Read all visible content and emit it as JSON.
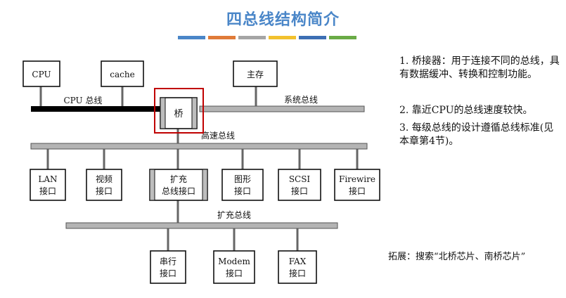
{
  "header": {
    "title": "四总线结构简介",
    "bar_colors": [
      "#4a86c8",
      "#e07b39",
      "#a5a5a5",
      "#f2c12e",
      "#3d6fb4",
      "#6aab46"
    ]
  },
  "diagram": {
    "components": {
      "cpu": "CPU",
      "cache": "cache",
      "main_memory": "主存",
      "bridge": "桥",
      "lan": [
        "LAN",
        "接口"
      ],
      "video": [
        "视频",
        "接口"
      ],
      "expansion_interface": [
        "扩充",
        "总线接口"
      ],
      "graphics": [
        "图形",
        "接口"
      ],
      "scsi": [
        "SCSI",
        "接口"
      ],
      "firewire": [
        "Firewire",
        "接口"
      ],
      "serial": [
        "串行",
        "接口"
      ],
      "modem": [
        "Modem",
        "接口"
      ],
      "fax": [
        "FAX",
        "接口"
      ]
    },
    "buses": {
      "cpu_bus": "CPU 总线",
      "system_bus": "系统总线",
      "high_speed_bus": "高速总线",
      "expansion_bus": "扩充总线"
    },
    "highlight_color": "#c00000"
  },
  "notes": [
    "1. 桥接器：用于连接不同的总线，具有数据缓冲、转换和控制功能。",
    "2. 靠近CPU的总线速度较快。",
    "3. 每级总线的设计遵循总线标准(见本章第4节)。"
  ],
  "extension": "拓展：搜索“北桥芯片、南桥芯片”"
}
